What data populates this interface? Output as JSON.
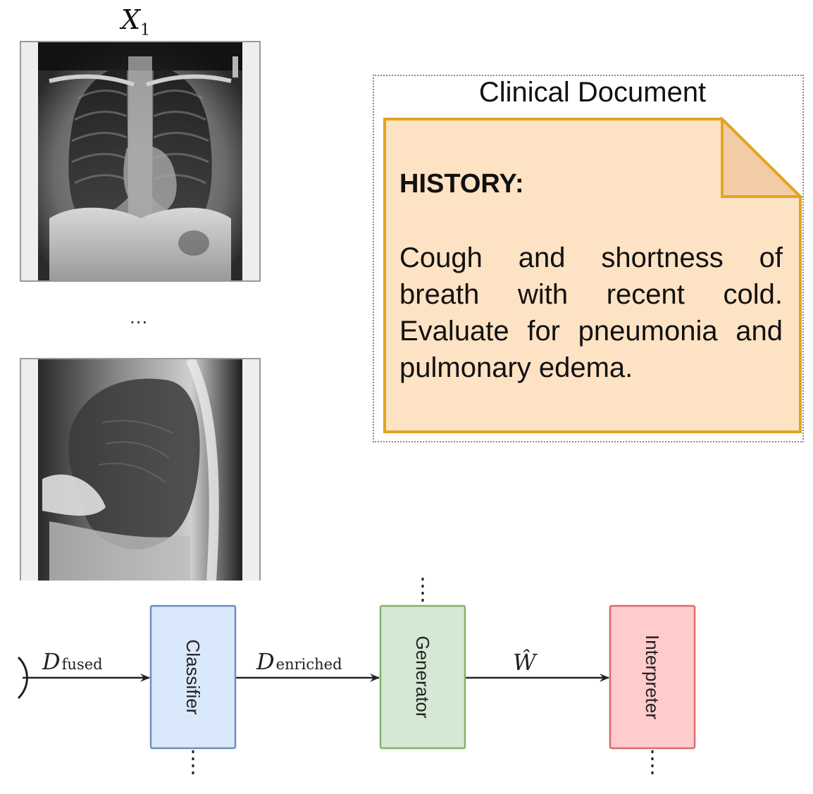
{
  "images": {
    "top_label_main": "X",
    "top_label_sub": "1",
    "separator": "..."
  },
  "clinical_document": {
    "title": "Clinical Document",
    "heading": "HISTORY:",
    "body": "Cough and shortness of breath with recent cold. Evaluate for pneumonia and pulmonary edema.",
    "note_fill": "#fde2c4",
    "note_stroke": "#e3a520"
  },
  "pipeline": {
    "boxes": [
      {
        "label": "Classifier",
        "fill": "#dae8fc",
        "stroke": "#6c8ebf"
      },
      {
        "label": "Generator",
        "fill": "#d5e8d4",
        "stroke": "#82b366"
      },
      {
        "label": "Interpreter",
        "fill": "#ffcccc",
        "stroke": "#d96b6b"
      }
    ],
    "edges": [
      {
        "main": "D",
        "sub": "fused"
      },
      {
        "main": "D",
        "sub": "enriched"
      },
      {
        "main": "Ŵ",
        "sub": ""
      }
    ]
  }
}
